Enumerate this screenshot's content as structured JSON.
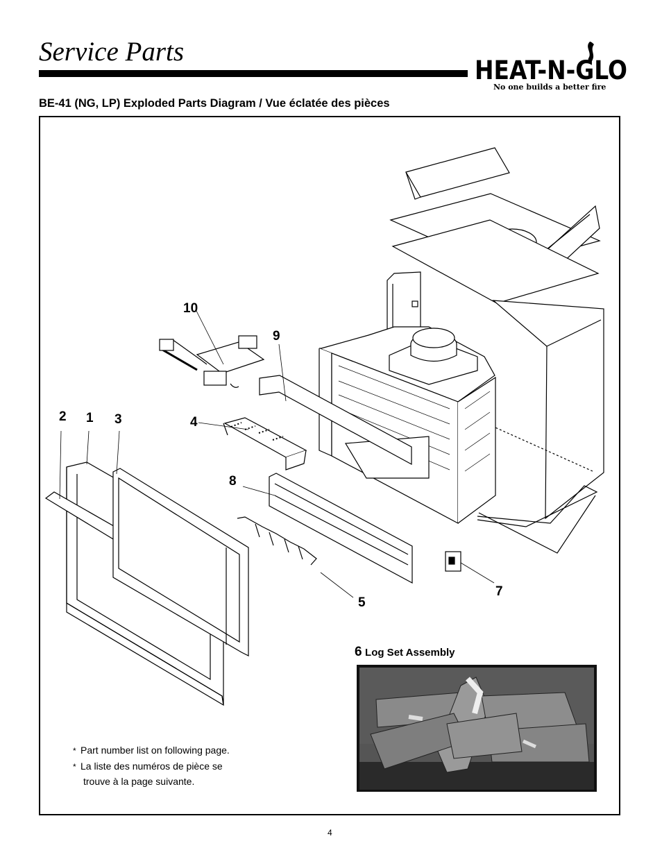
{
  "header": {
    "title": "Service Parts",
    "brand": "HEAT-N-GLO",
    "tagline": "No one builds a better fire"
  },
  "subtitle": "BE-41 (NG, LP)  Exploded Parts Diagram  /  Vue éclatée des pièces",
  "callouts": {
    "c1": "1",
    "c2": "2",
    "c3": "3",
    "c4": "4",
    "c5": "5",
    "c7": "7",
    "c8": "8",
    "c9": "9",
    "c10": "10"
  },
  "log_set": {
    "number": "6",
    "label": "Log Set Assembly"
  },
  "notes": {
    "star": "*",
    "line1": "Part number list on following page.",
    "line2": "La liste des numéros de pièce se",
    "line3": "trouve à la page suivante."
  },
  "page_number": "4"
}
